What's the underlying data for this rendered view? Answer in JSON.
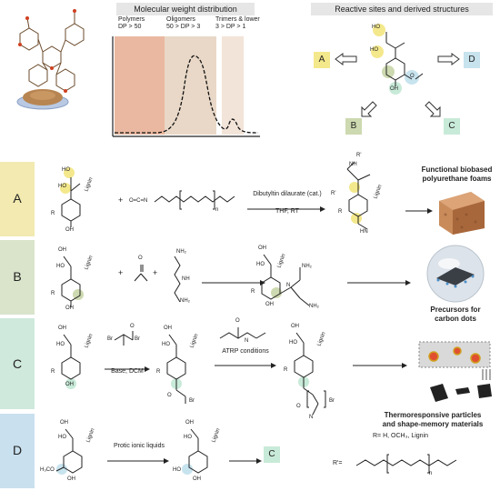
{
  "header": {
    "mw_title": "Molecular weight distribution",
    "reactive_title": "Reactive sites and derived structures"
  },
  "mw_regions": {
    "polymers": [
      "Polymers",
      "DP > 50"
    ],
    "oligomers": [
      "Oligomers",
      "50 > DP > 3"
    ],
    "trimers": [
      "Trimers & lower",
      "3 > DP > 1"
    ]
  },
  "site_boxes": {
    "a": "A",
    "b": "B",
    "c": "C",
    "d": "D"
  },
  "rows": [
    {
      "letter": "A",
      "color": "#f2eab0"
    },
    {
      "letter": "B",
      "color": "#d9e4cb"
    },
    {
      "letter": "C",
      "color": "#cfe9dc"
    },
    {
      "letter": "D",
      "color": "#c9e0ee"
    }
  ],
  "row_a": {
    "reagent": "O=C=N",
    "sub_n": "n",
    "catalyst": "Dibutyltin dilaurate (cat.)",
    "conditions": "THF,  RT",
    "product_caption": [
      "Functional biobased",
      "polyurethane foams"
    ]
  },
  "row_b": {
    "product_caption": [
      "Precursors for",
      "carbon dots"
    ]
  },
  "row_c": {
    "conditions1": "Base, DCM",
    "conditions2": "ATRP conditions",
    "product_caption": [
      "Thermoresponsive particles",
      "and shape-memory materials"
    ]
  },
  "row_d": {
    "conditions": "Protic ionic liquids",
    "result_box": "C"
  },
  "legend": {
    "r_def": "R= H, OCH₃, Lignin",
    "r_prime": "R'="
  },
  "chem": {
    "oh": "OH",
    "ho": "HO",
    "lignin": "Lignin",
    "r": "R",
    "br": "Br",
    "o": "O",
    "nh2": "NH₂",
    "nh": "NH",
    "n": "N",
    "h3co": "H₃CO",
    "rp": "R'",
    "hn": "HN",
    "o_eq": "O"
  },
  "colors": {
    "polymer_band": "#eab8a0",
    "oligomer_band": "#e9d8c7",
    "trimer_band": "#f3e4d9",
    "site_a": "#f4e88c",
    "site_b": "#cdd9b0",
    "site_c": "#c8ead8",
    "site_d": "#c7e3ee",
    "foam": "#c98b5a",
    "sphere": "#dde3ea"
  }
}
